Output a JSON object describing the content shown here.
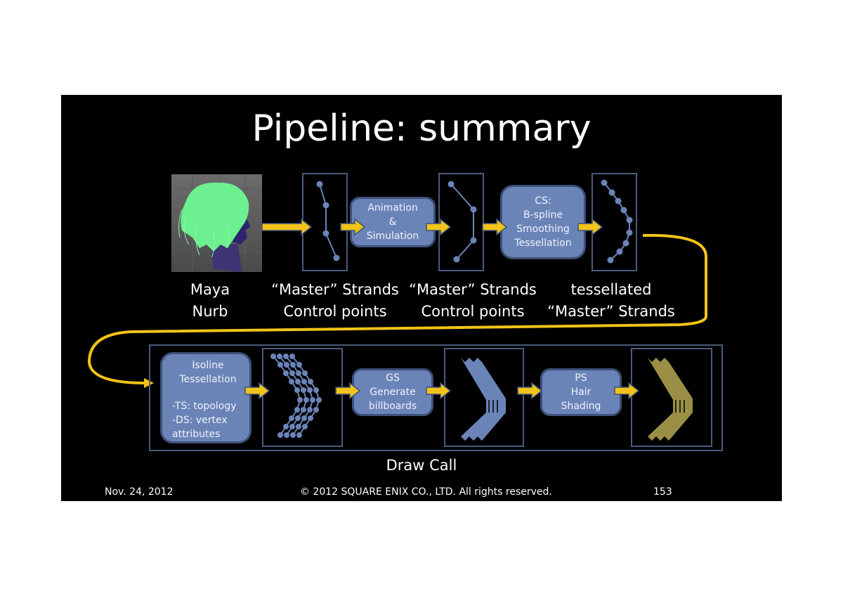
{
  "slide": {
    "title": "Pipeline: summary",
    "top_row": {
      "source_image_alt": "Maya hair model render",
      "stages": [
        {
          "type": "strand-panel",
          "name": "master-strands-1"
        },
        {
          "type": "process",
          "lines": [
            "Animation",
            "&",
            "Simulation"
          ]
        },
        {
          "type": "strand-panel",
          "name": "master-strands-2"
        },
        {
          "type": "process",
          "lines": [
            "CS:",
            "B-spline",
            "Smoothing",
            "Tessellation"
          ]
        },
        {
          "type": "strand-panel",
          "name": "tessellated-strands"
        }
      ],
      "labels": [
        {
          "line1": "Maya",
          "line2": "Nurb"
        },
        {
          "line1": "“Master” Strands",
          "line2": "Control points"
        },
        {
          "line1": "“Master” Strands",
          "line2": "Control points"
        },
        {
          "line1": "tessellated",
          "line2": "“Master” Strands"
        }
      ]
    },
    "bottom_row": {
      "isoline": {
        "lines": [
          "Isoline",
          "Tessellation",
          "",
          "-TS: topology",
          "-DS: vertex",
          "attributes"
        ]
      },
      "gs": {
        "lines": [
          "GS",
          "Generate",
          "billboards"
        ]
      },
      "ps": {
        "lines": [
          "PS",
          "Hair",
          "Shading"
        ]
      },
      "group_label": "Draw Call"
    },
    "footer": {
      "date": "Nov. 24, 2012",
      "copyright": "© 2012 SQUARE ENIX CO., LTD. All rights reserved.",
      "page_number": "153"
    },
    "colors": {
      "background": "#000000",
      "process_fill": "#6b84b8",
      "panel_border": "#4a5b7c",
      "arrow": "#f2c318",
      "shaded_hair": "#9a8f45"
    }
  }
}
